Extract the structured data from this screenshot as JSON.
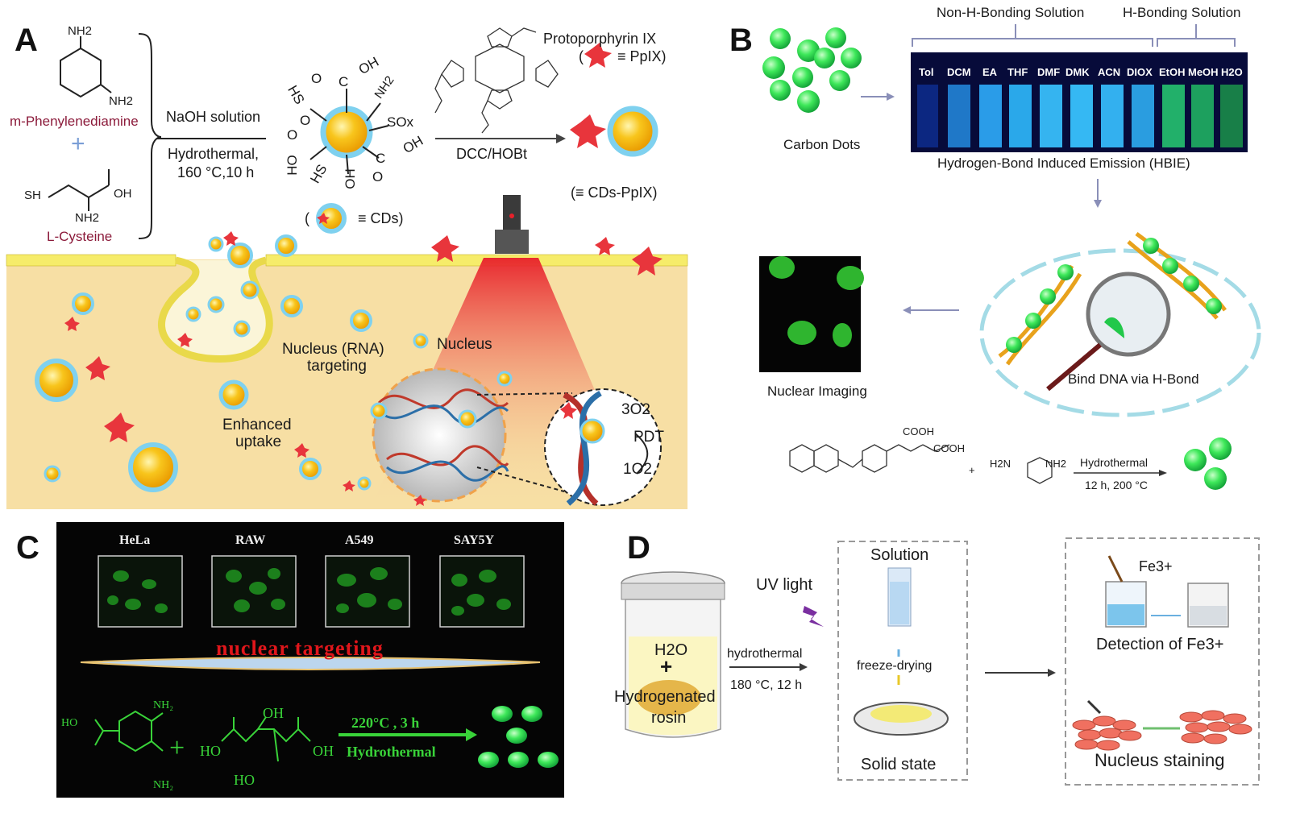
{
  "panelA": {
    "letter": "A",
    "reactant1": "m-Phenylenediamine",
    "reactant1_nh2_top": "NH2",
    "reactant1_nh2_side": "NH2",
    "reactant2": "L-Cysteine",
    "reactant2_sh": "SH",
    "reactant2_oh": "OH",
    "reactant2_nh2": "NH2",
    "condition1": "NaOH solution",
    "condition2": "Hydrothermal,",
    "condition3": "160 °C,10 h",
    "groups": [
      "HS",
      "C",
      "OH",
      "NH2",
      "SOx",
      "OH",
      "C",
      "O",
      "HO",
      "O",
      "HS",
      "OH",
      "O",
      "O"
    ],
    "ppix_name": "Protoporphyrin IX",
    "ppix_abbr": "≡ PpIX)",
    "coupling": "DCC/HOBt",
    "cds_ppix": "(≡ CDs-PpIX)",
    "cds_legend": "≡ CDs)",
    "nucleus_rna": "Nucleus (RNA)",
    "targeting": "targeting",
    "nucleus": "Nucleus",
    "enhanced": "Enhanced",
    "uptake": "uptake",
    "o2_triplet": "3O2",
    "pdt": "PDT",
    "o2_singlet": "1O2"
  },
  "panelB": {
    "letter": "B",
    "non_h_bonding": "Non-H-Bonding Solution",
    "h_bonding": "H-Bonding Solution",
    "solvents": [
      "Tol",
      "DCM",
      "EA",
      "THF",
      "DMF",
      "DMK",
      "ACN",
      "DIOX",
      "EtOH",
      "MeOH",
      "H2O"
    ],
    "carbon_dots": "Carbon Dots",
    "hbie": "Hydrogen-Bond Induced Emission (HBIE)",
    "nuclear_imaging": "Nuclear Imaging",
    "bind_dna": "Bind DNA via H-Bond",
    "cooh1": "COOH",
    "cooh2": "COOH",
    "h2n": "H2N",
    "nh2_amine": "NH2",
    "plus": "+",
    "hydrothermal": "Hydrothermal",
    "hydro_cond": "12 h, 200 °C"
  },
  "panelC": {
    "letter": "C",
    "cells": [
      "HeLa",
      "RAW",
      "A549",
      "SAY5Y"
    ],
    "title": "nuclear targeting",
    "cond1": "220°C , 3 h",
    "cond2": "Hydrothermal"
  },
  "panelD": {
    "letter": "D",
    "water": "H2O",
    "plus": "+",
    "hydrogenated": "Hydrogenated",
    "rosin": "rosin",
    "uv": "UV light",
    "hydrothermal": "hydrothermal",
    "cond": "180 °C, 12 h",
    "solution": "Solution",
    "freeze": "freeze-drying",
    "solid": "Solid state",
    "fe": "Fe3+",
    "detection": "Detection of Fe3+",
    "staining": "Nucleus staining"
  },
  "colors": {
    "cd_core": "#f5b800",
    "cd_halo": "#7fd1ef",
    "ppix_red": "#e8353c",
    "cell_bg": "#f7dfa4",
    "green_dot": "#3ee85a",
    "panelC_bg": "#050505",
    "nuclear_red": "#e0161b",
    "d_arrow": "#3a3a3a"
  }
}
